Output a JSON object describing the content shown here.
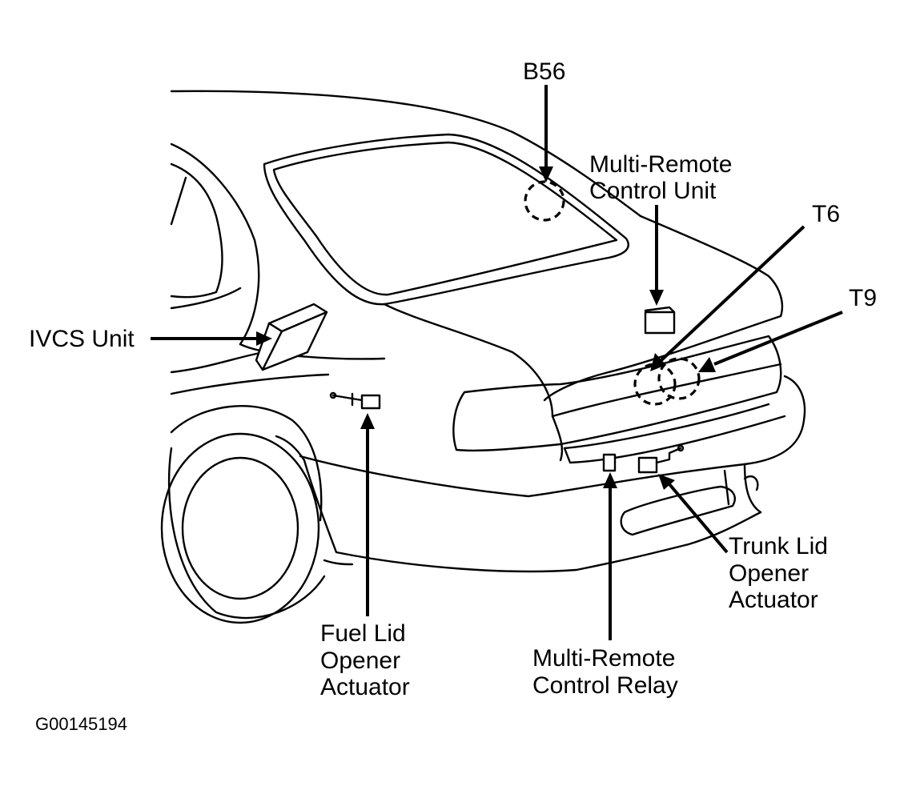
{
  "labels": {
    "b56": "B56",
    "multi_remote_unit": [
      "Multi-Remote",
      "Control Unit"
    ],
    "t6": "T6",
    "t9": "T9",
    "ivcs_unit": "IVCS Unit",
    "fuel_lid_actuator": [
      "Fuel Lid",
      "Opener",
      "Actuator"
    ],
    "multi_remote_relay": [
      "Multi-Remote",
      "Control Relay"
    ],
    "trunk_lid_actuator": [
      "Trunk Lid",
      "Opener",
      "Actuator"
    ]
  },
  "figure_code": "G00145194",
  "colors": {
    "line": "#000000",
    "background": "#ffffff"
  }
}
